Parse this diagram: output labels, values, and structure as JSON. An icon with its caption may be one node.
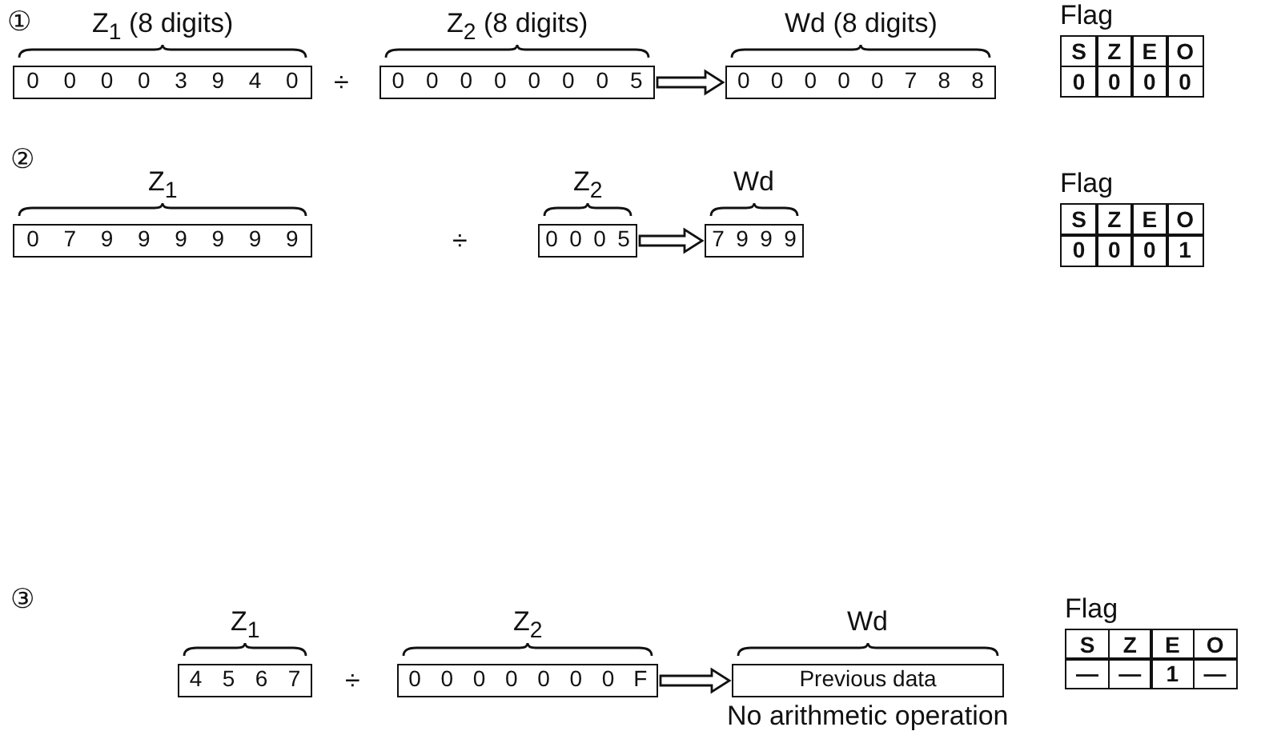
{
  "diagram": {
    "nodes": [
      {
        "text": [
          "0",
          "0",
          "0",
          "0",
          "3",
          "9",
          "4",
          "0"
        ],
        "beside": [
          "Z$_{1}$ (8 digits)"
        ]
      },
      {
        "text": [
          "0",
          "0",
          "0",
          "0",
          "0",
          "0",
          "0",
          "5"
        ],
        "beside": [
          "Z$_{2}$ (8 digits)"
        ]
      },
      {
        "text": [
          "0",
          "0",
          "0",
          "0",
          "0",
          "7",
          "8",
          "8"
        ],
        "beside": [
          "Wd (8 digits)"
        ]
      },
      {
        "text": [
          "0",
          "7",
          "9",
          "9",
          "9",
          "9",
          "9",
          "9"
        ],
        "beside": [
          "Z$_{1}$"
        ]
      },
      {
        "text": [
          "0",
          "0",
          "0",
          "5"
        ],
        "beside": [
          "Z$_{2}$"
        ]
      },
      {
        "text": [
          "7",
          "9",
          "9",
          "9"
        ],
        "beside": [
          "Wd"
        ]
      },
      {
        "text": [
          "4",
          "5",
          "6",
          "7"
        ],
        "beside": [
          "Z$_{1}$"
        ]
      },
      {
        "text": [
          "0",
          "0",
          "0",
          "0",
          "0",
          "0",
          "0",
          "F"
        ],
        "beside": [
          "Z$_{2}$"
        ]
      },
      {
        "text": [
          "Previous data"
        ],
        "beside": [
          "Wd",
          "No arithmetic operation"
        ]
      }
    ],
    "edges": [
      {
        "from": 1,
        "to": 2,
        "arrow": "to"
      },
      {
        "from": 4,
        "to": 5,
        "arrow": "to"
      },
      {
        "from": 7,
        "to": 8,
        "arrow": "to"
      }
    ],
    "labels": [
      "①",
      "Flag",
      "S",
      "Z",
      "E",
      "O",
      "÷",
      "0",
      "0",
      "0",
      "0",
      "②",
      "Flag",
      "S",
      "Z",
      "E",
      "O",
      "÷",
      "0",
      "0",
      "0",
      "1",
      "③",
      "Flag",
      "S",
      "Z",
      "E",
      "O",
      "÷",
      "—",
      "—",
      "1",
      "—"
    ]
  }
}
